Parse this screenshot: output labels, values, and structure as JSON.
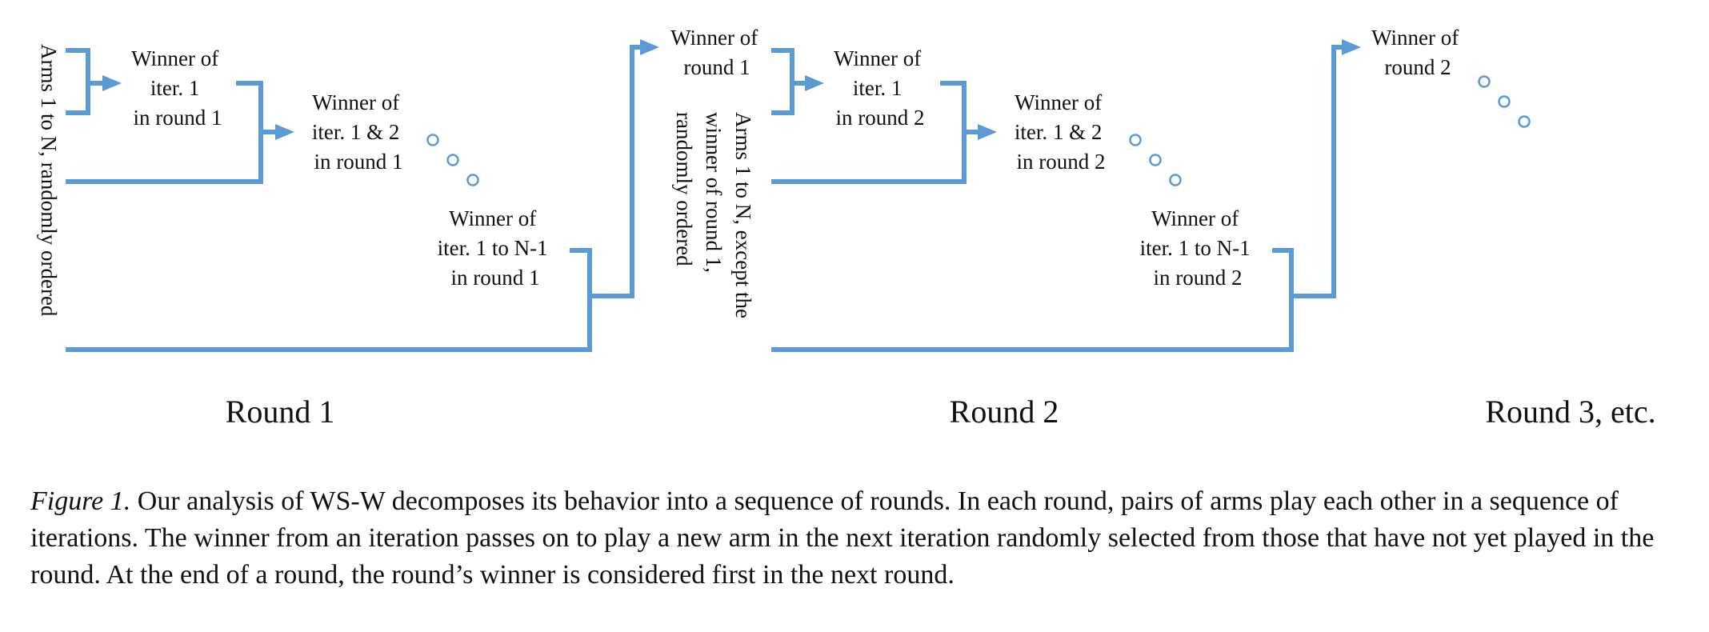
{
  "diagram": {
    "round1": {
      "arms_label": "Arms 1 to N,  randomly ordered",
      "nodes": [
        [
          "Winner of",
          "iter. 1",
          "in round 1"
        ],
        [
          "Winner of",
          "iter. 1 & 2",
          "in round 1"
        ],
        [
          "Winner of",
          "iter. 1 to N-1",
          "in round 1"
        ]
      ],
      "round_label": "Round 1"
    },
    "round2": {
      "arms_label": [
        "Arms 1 to N, except the",
        "winner of round 1,",
        "randomly ordered"
      ],
      "first_node": [
        "Winner of",
        "round 1"
      ],
      "nodes": [
        [
          "Winner of",
          "iter. 1",
          "in round 2"
        ],
        [
          "Winner of",
          "iter. 1 & 2",
          "in round 2"
        ],
        [
          "Winner of",
          "iter. 1 to N-1",
          "in round 2"
        ]
      ],
      "round_label": "Round 2"
    },
    "round3": {
      "first_node": [
        "Winner of",
        "round 2"
      ],
      "round_label": "Round 3, etc."
    },
    "colors": {
      "connector": "#5b9bd5"
    }
  },
  "caption": {
    "label": "Figure 1.",
    "text": " Our analysis of WS-W decomposes its behavior into a sequence of rounds. In each round, pairs of arms play each other in a sequence of iterations. The winner from an iteration passes on to play a new arm in the next iteration randomly selected from those that have not yet played in the round. At the end of a round, the round’s winner is considered first in the next round."
  }
}
